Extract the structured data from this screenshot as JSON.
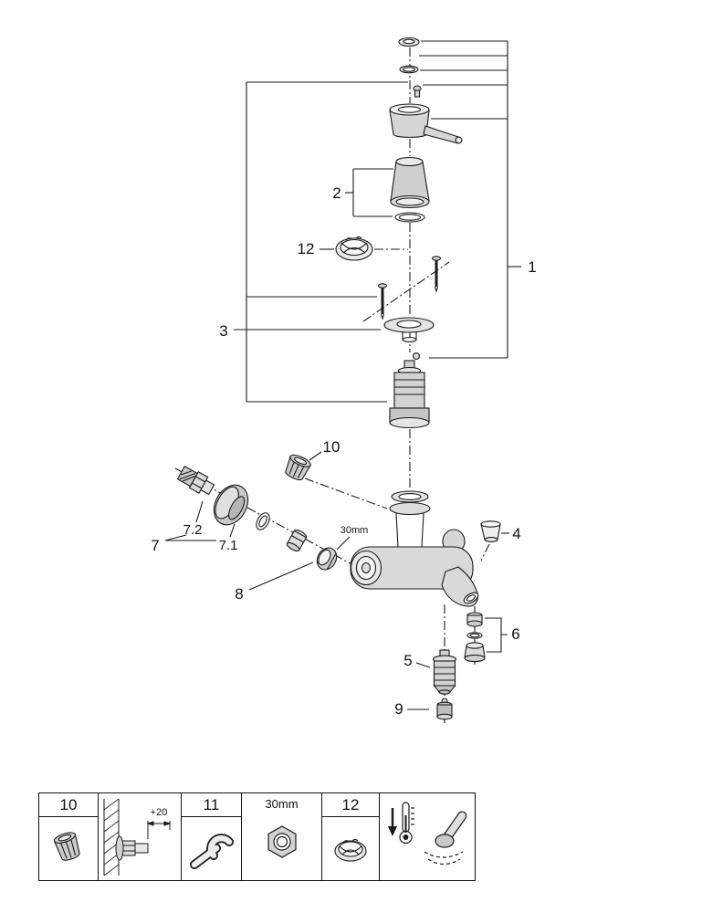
{
  "colors": {
    "ink": "#1a1a1a",
    "shade_light": "#ececec",
    "shade_mid": "#d6d6d6",
    "shade_dark": "#bdbdbd",
    "background": "#ffffff"
  },
  "callouts": {
    "n1": "1",
    "n2": "2",
    "n3": "3",
    "n4": "4",
    "n5": "5",
    "n6": "6",
    "n7": "7",
    "n7_1": "7.1",
    "n7_2": "7.2",
    "n8": "8",
    "n9": "9",
    "n10": "10",
    "n12": "12",
    "nut_size": "30mm"
  },
  "legend": {
    "cell_10": {
      "label": "10"
    },
    "cell_mount": {
      "dimension": "+20"
    },
    "cell_11": {
      "label": "11"
    },
    "cell_nut": {
      "label": "30mm"
    },
    "cell_12": {
      "label": "12"
    }
  }
}
